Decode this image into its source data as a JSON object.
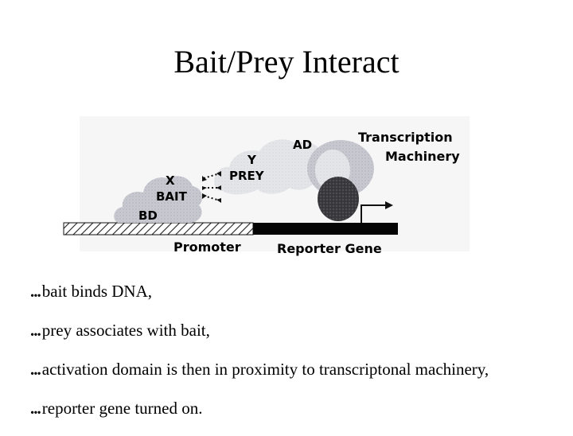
{
  "slide": {
    "title": "Bait/Prey Interact"
  },
  "figure": {
    "labels": {
      "ad": "AD",
      "transcription": "Transcription",
      "machinery": "Machinery",
      "y": "Y",
      "prey": "PREY",
      "x": "X",
      "bait": "BAIT",
      "bd": "BD",
      "promoter": "Promoter",
      "reporter_gene": "Reporter Gene"
    }
  },
  "bullets": [
    {
      "dots": "...",
      "text": "bait binds DNA,"
    },
    {
      "dots": "...",
      "text": "prey associates with bait,"
    },
    {
      "dots": "...",
      "text": "activation domain is then in proximity to transcriptonal machinery,"
    },
    {
      "dots": "...",
      "text": "reporter gene turned on."
    }
  ]
}
